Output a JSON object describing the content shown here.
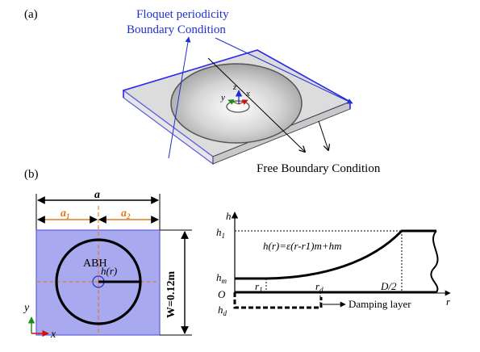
{
  "panel_a": {
    "label": "(a)",
    "floquet_line1": "Floquet periodicity",
    "floquet_line2": "Boundary Condition",
    "free_bc": "Free Boundary Condition",
    "axis_z": "z",
    "axis_y": "y",
    "axis_x": "x"
  },
  "panel_b": {
    "label": "(b)",
    "dim_a": "a",
    "dim_a1": "a",
    "dim_a1_sub": "1",
    "dim_a2": "a",
    "dim_a2_sub": "2",
    "abh_label": "ABH",
    "hr_label": "h(r)",
    "width_label": "W=0.12m",
    "axis_y": "y",
    "axis_x": "x"
  },
  "profile": {
    "h_label": "h",
    "h1": "h",
    "h1_sub": "1",
    "hm": "h",
    "hm_sub": "m",
    "origin": "O",
    "hd": "h",
    "hd_sub": "d",
    "r1": "r",
    "r1_sub": "1",
    "rd": "r",
    "rd_sub": "d",
    "d_half": "D/2",
    "r_axis": "r",
    "equation": "h(r)=ε(r-r1)m+hm",
    "damping": "Damping layer"
  },
  "colors": {
    "floquet_blue": "#1f2fd0",
    "plate_edge": "#5a5ae0",
    "unit_cell_fill": "#a9a9f0",
    "dim_orange": "#e07a1a"
  }
}
